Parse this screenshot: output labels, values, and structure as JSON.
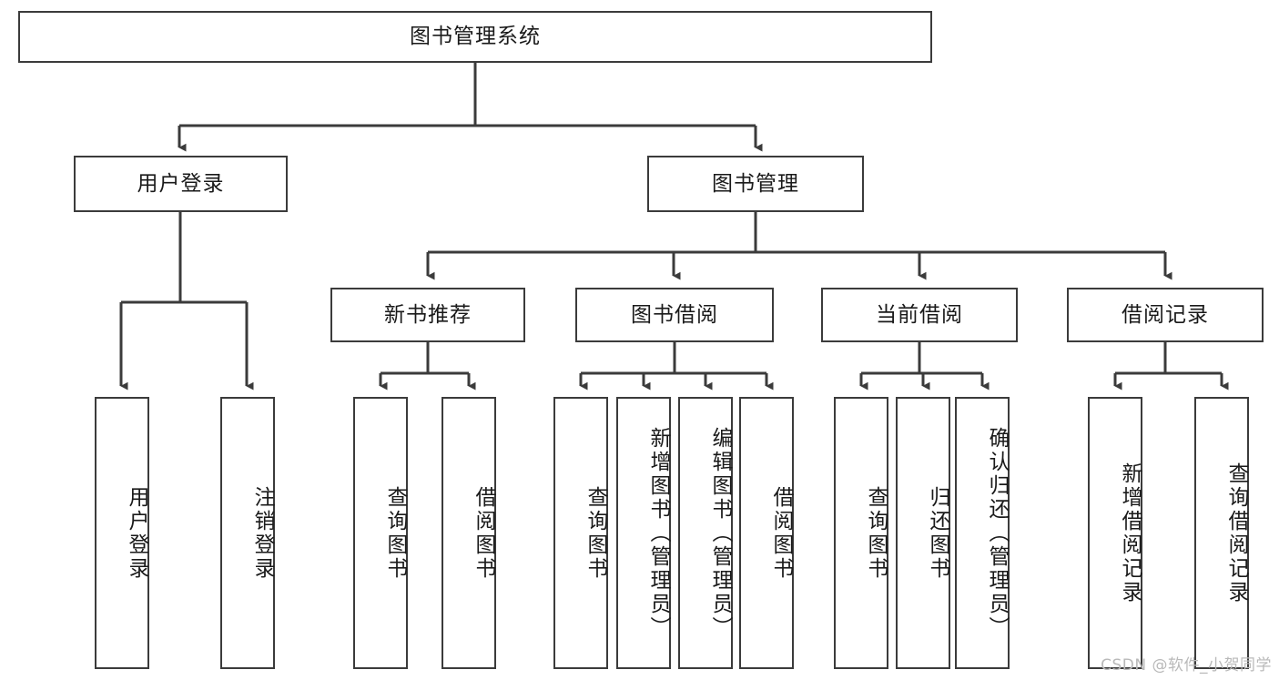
{
  "diagram": {
    "title": "图书管理系统",
    "type": "tree-hierarchy",
    "watermark": "CSDN @软件_小贺同学",
    "colors": {
      "stroke": "#3b3b3b",
      "fill": "#ffffff",
      "text": "#1a1a1a",
      "watermark": "#b9b9b9"
    },
    "levels": {
      "root": {
        "label": "图书管理系统"
      },
      "level2": [
        {
          "id": "user-login",
          "label": "用户登录"
        },
        {
          "id": "book-manage",
          "label": "图书管理"
        }
      ],
      "level3": [
        {
          "id": "new-book-recommend",
          "label": "新书推荐"
        },
        {
          "id": "book-borrow",
          "label": "图书借阅"
        },
        {
          "id": "current-borrow",
          "label": "当前借阅"
        },
        {
          "id": "borrow-record",
          "label": "借阅记录"
        }
      ],
      "leaves": {
        "user-login": [
          {
            "id": "leaf-user-login",
            "label": "用户登录"
          },
          {
            "id": "leaf-logout-login",
            "label": "注销登录"
          }
        ],
        "new-book-recommend": [
          {
            "id": "leaf-query-book-1",
            "label": "查询图书"
          },
          {
            "id": "leaf-borrow-book-1",
            "label": "借阅图书"
          }
        ],
        "book-borrow": [
          {
            "id": "leaf-query-book-2",
            "label": "查询图书"
          },
          {
            "id": "leaf-add-book",
            "label": "新增图书（管理员）"
          },
          {
            "id": "leaf-edit-book",
            "label": "编辑图书（管理员）"
          },
          {
            "id": "leaf-borrow-book-2",
            "label": "借阅图书"
          }
        ],
        "current-borrow": [
          {
            "id": "leaf-query-book-3",
            "label": "查询图书"
          },
          {
            "id": "leaf-return-book",
            "label": "归还图书"
          },
          {
            "id": "leaf-confirm-return",
            "label": "确认归还（管理员）"
          }
        ],
        "borrow-record": [
          {
            "id": "leaf-add-record",
            "label": "新增借阅记录"
          },
          {
            "id": "leaf-query-record",
            "label": "查询借阅记录"
          }
        ]
      }
    }
  }
}
